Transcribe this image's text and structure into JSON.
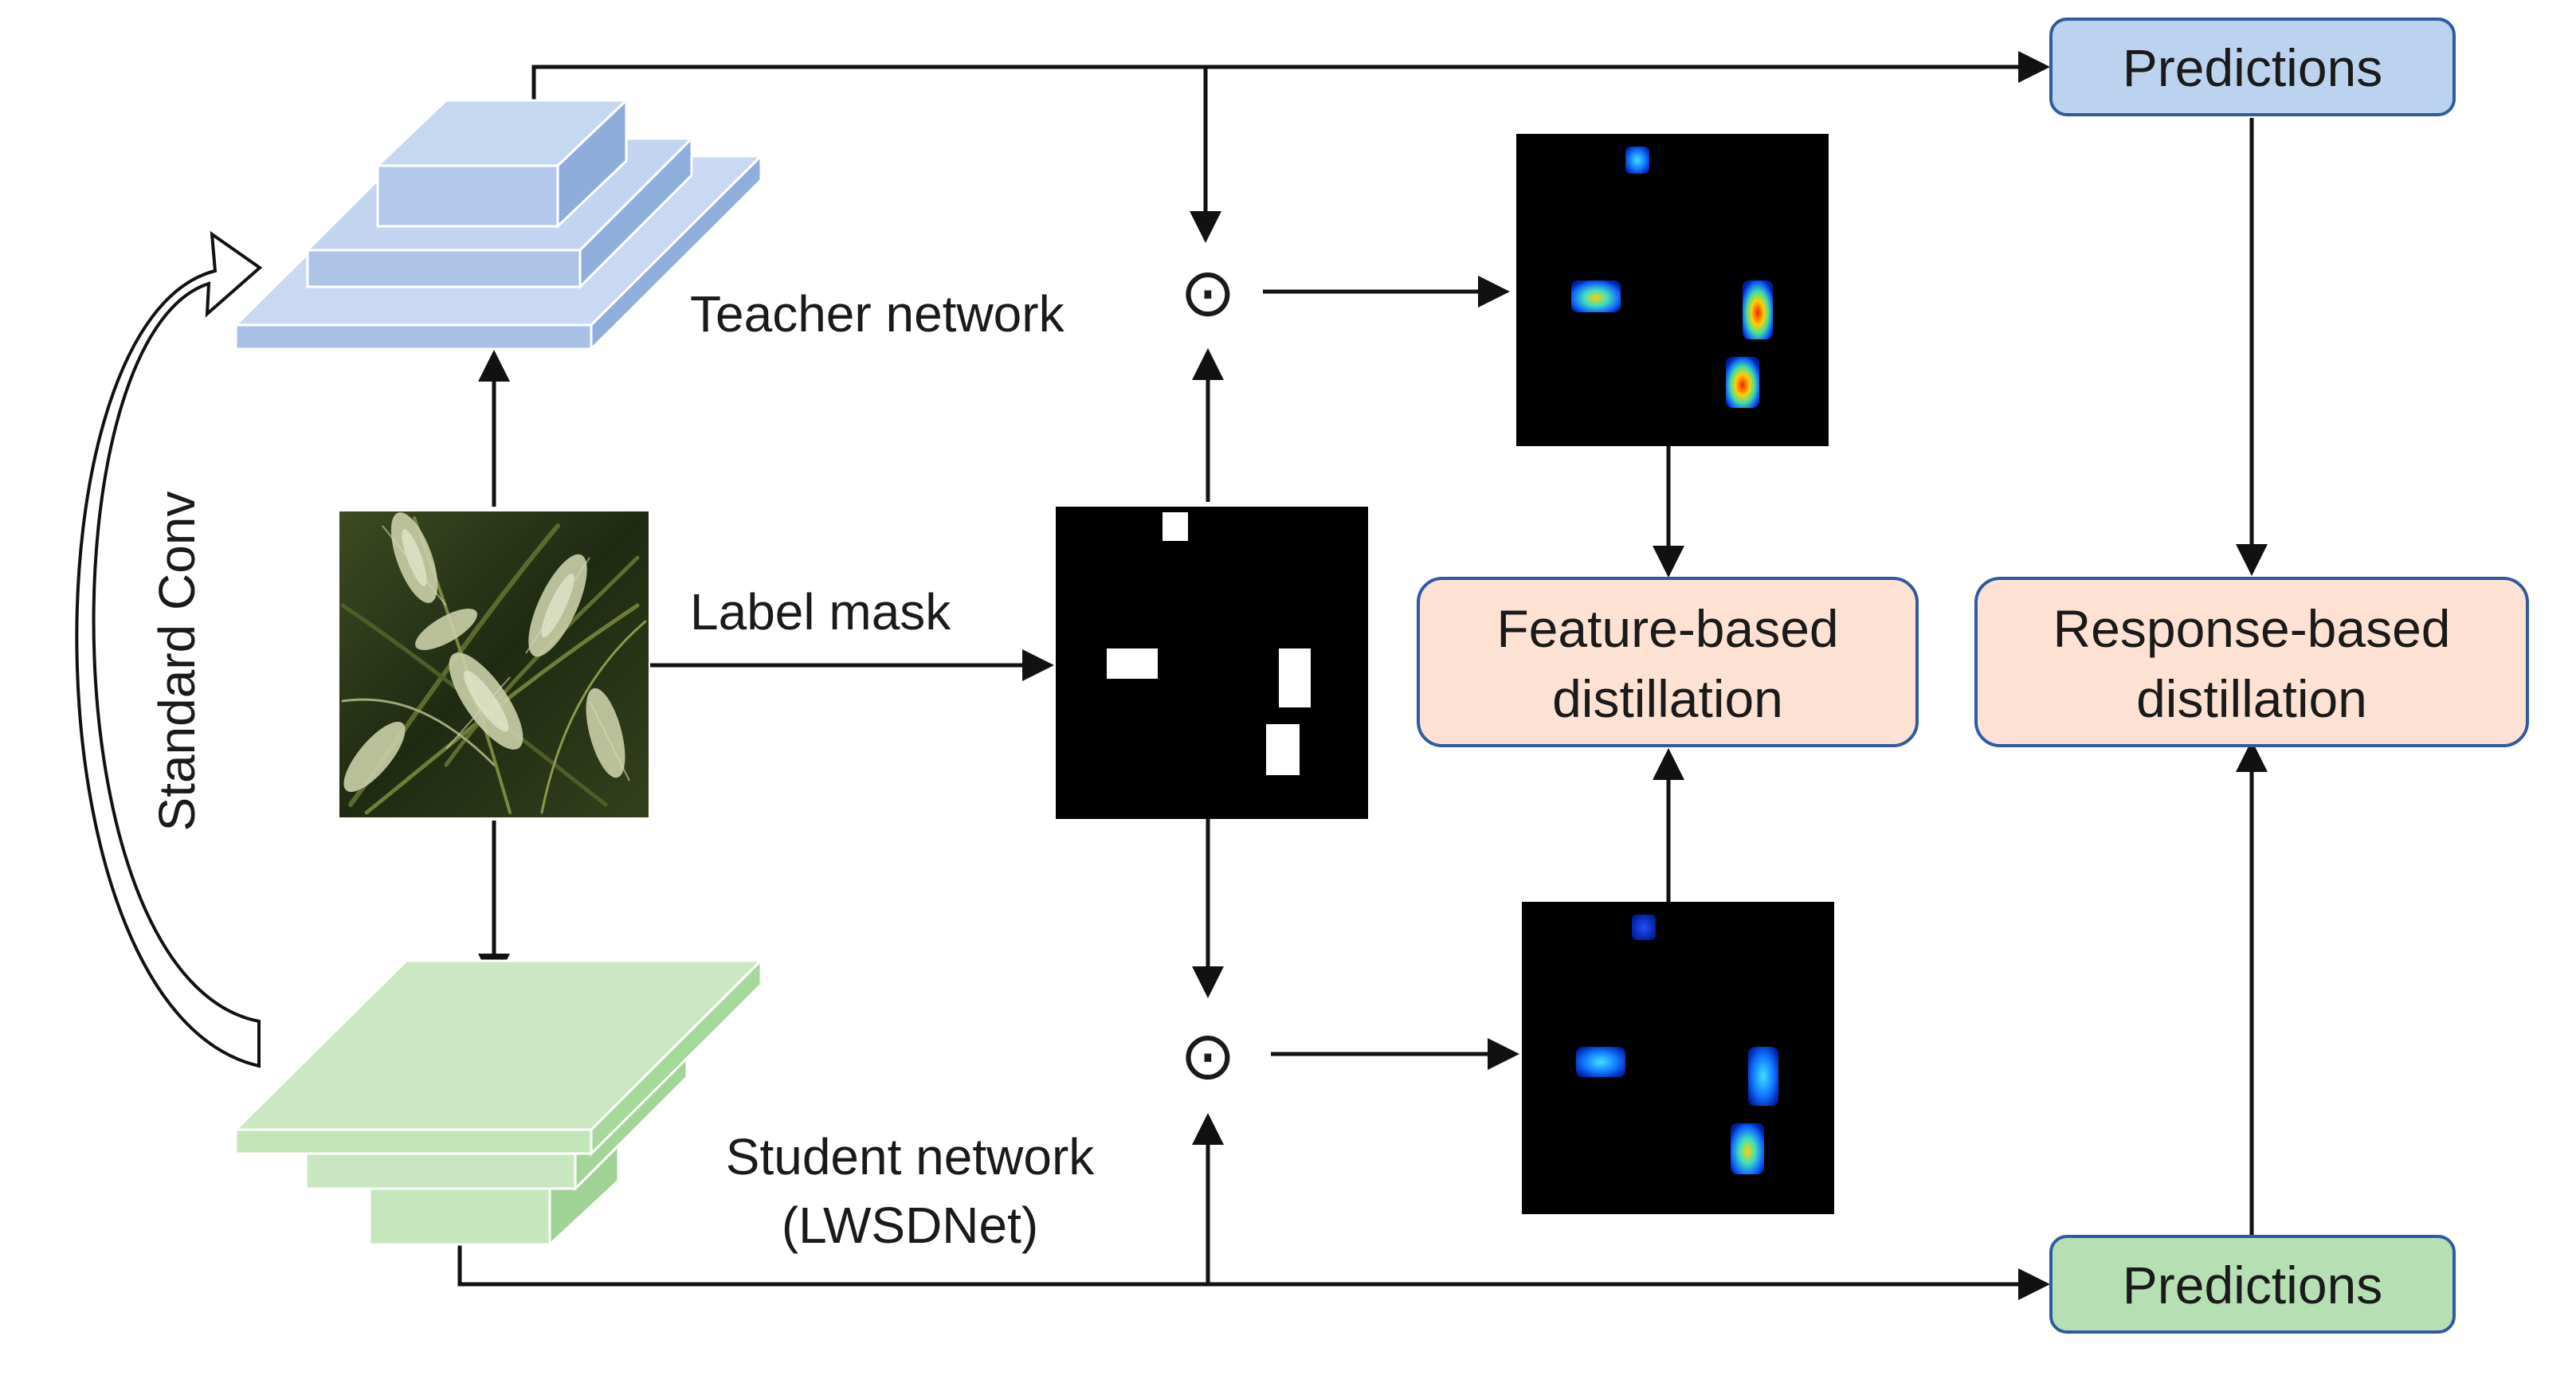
{
  "teacher": {
    "label": "Teacher network"
  },
  "student": {
    "label_line1": "Student network",
    "label_line2": "(LWSDNet)"
  },
  "label_mask": {
    "label": "Label mask"
  },
  "side_arrow": {
    "label": "Standard Conv"
  },
  "operator": {
    "symbol": "⊙"
  },
  "predictions_top": {
    "label": "Predictions"
  },
  "predictions_bottom": {
    "label": "Predictions"
  },
  "feature_distill": {
    "line1": "Feature-based",
    "line2": "distillation"
  },
  "response_distill": {
    "line1": "Response-based",
    "line2": "distillation"
  },
  "colors": {
    "teacher_blue": "#b8cdeb",
    "student_green": "#c8e6c0",
    "pred_top_fill": "#bcd3ef",
    "pred_bottom_fill": "#b6e0b4",
    "distill_fill": "#fde2d3",
    "box_border": "#2f5aa0",
    "arrow": "#111111"
  }
}
